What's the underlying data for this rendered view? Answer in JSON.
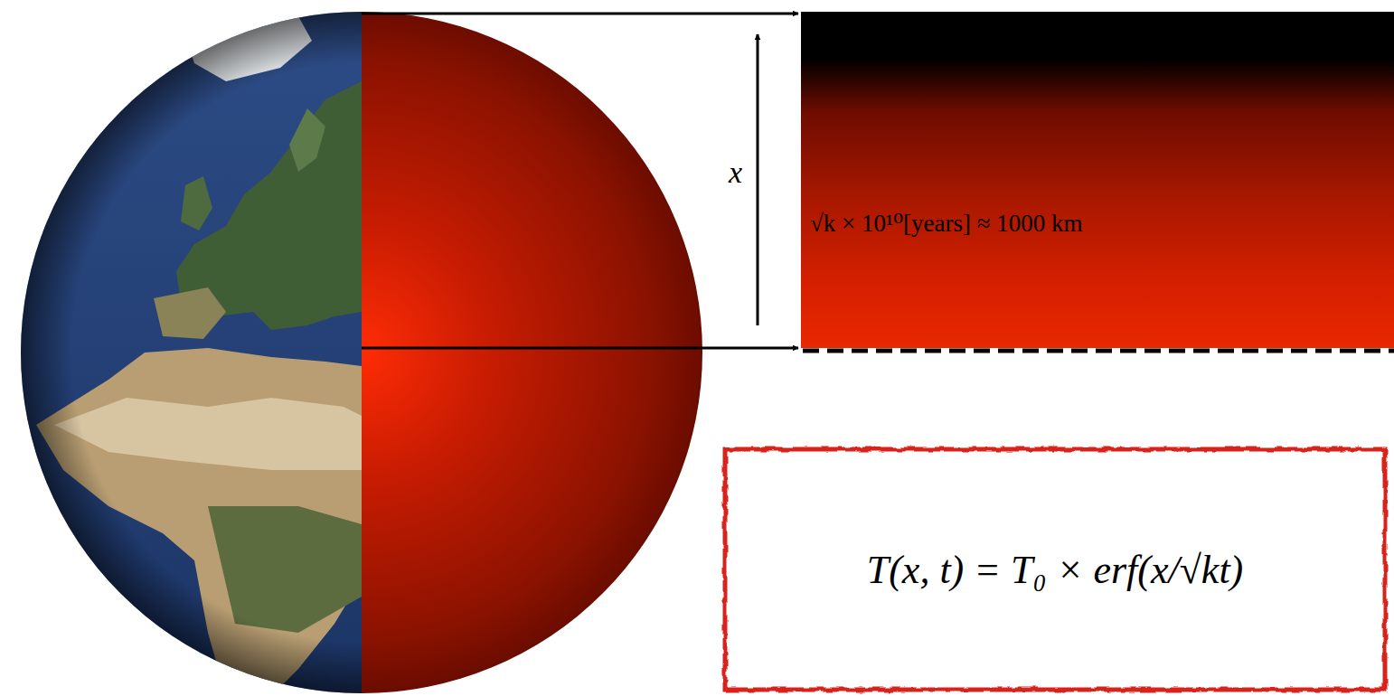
{
  "diagram": {
    "nodes": [
      {
        "text": [
          "√k × 10¹⁰[years] ≈ 1000 km"
        ]
      },
      {
        "text": [
          "T(x, t) = T₀ × erf(x/√kt)"
        ]
      }
    ],
    "labels": [
      "x"
    ]
  }
}
